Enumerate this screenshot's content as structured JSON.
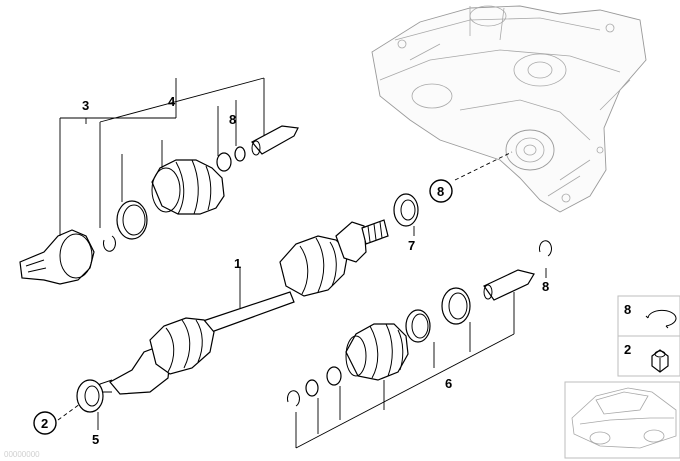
{
  "callouts": {
    "c1": "1",
    "c2": "2",
    "c3": "3",
    "c4": "4",
    "c5": "5",
    "c6": "6",
    "c7": "7",
    "c8a": "8",
    "c8b": "8",
    "c8c": "8"
  },
  "legend": {
    "top": "8",
    "bottom": "2"
  },
  "watermark": "00000000"
}
